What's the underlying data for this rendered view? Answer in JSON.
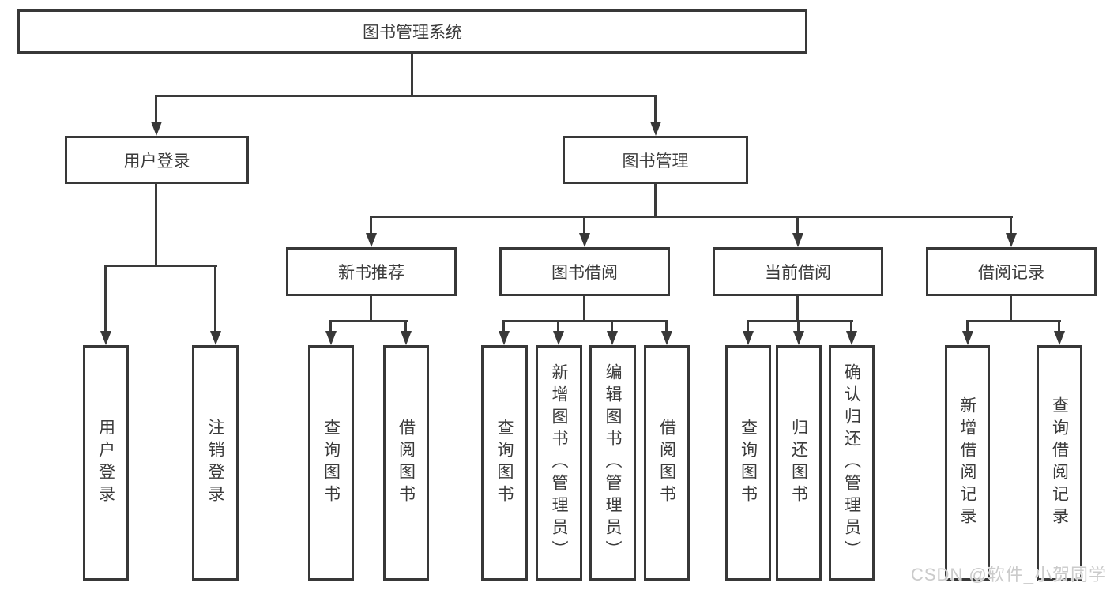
{
  "diagram": {
    "root": {
      "label": "图书管理系统"
    },
    "level2": [
      {
        "label": "用户登录"
      },
      {
        "label": "图书管理"
      }
    ],
    "level3": [
      {
        "label": "新书推荐"
      },
      {
        "label": "图书借阅"
      },
      {
        "label": "当前借阅"
      },
      {
        "label": "借阅记录"
      }
    ],
    "leaves": {
      "login": [
        {
          "label": "用户登录"
        },
        {
          "label": "注销登录"
        }
      ],
      "newbook": [
        {
          "label": "查询图书"
        },
        {
          "label": "借阅图书"
        }
      ],
      "borrow": [
        {
          "label": "查询图书"
        },
        {
          "label": "新增图书（管理员）"
        },
        {
          "label": "编辑图书（管理员）"
        },
        {
          "label": "借阅图书"
        }
      ],
      "current": [
        {
          "label": "查询图书"
        },
        {
          "label": "归还图书"
        },
        {
          "label": "确认归还（管理员）"
        }
      ],
      "records": [
        {
          "label": "新增借阅记录"
        },
        {
          "label": "查询借阅记录"
        }
      ]
    },
    "colors": {
      "line": "#3a3a3a",
      "border": "#383838",
      "text": "#3b3b3b",
      "background": "#ffffff",
      "watermark": "#cbcbcb"
    }
  },
  "watermark": {
    "text": "CSDN @软件_小贺同学"
  }
}
